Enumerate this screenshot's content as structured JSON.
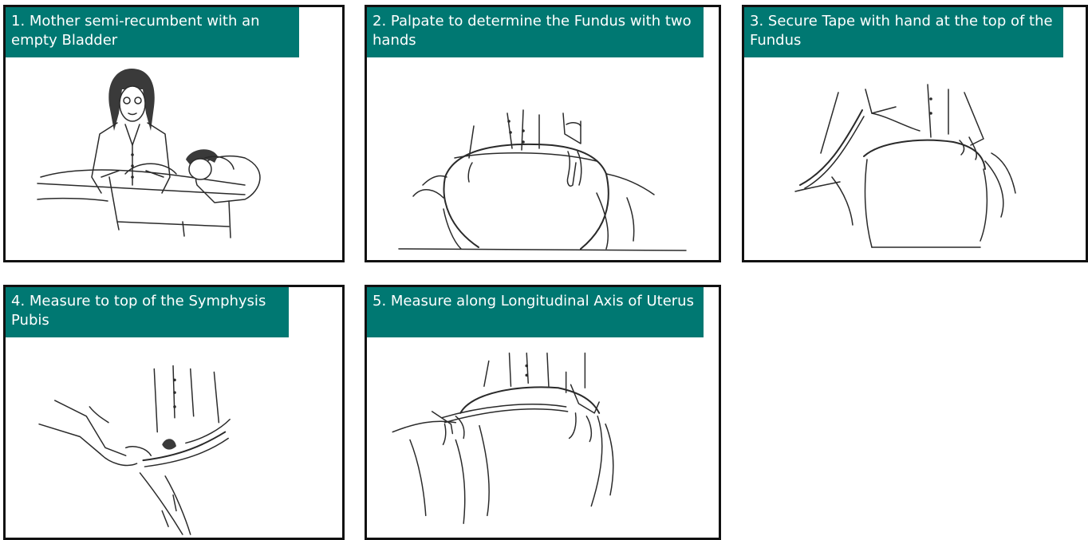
{
  "panels": [
    {
      "caption": "1. Mother semi-recumbent with an empty Bladder",
      "illustration": "mother-on-bed-with-midwife-icon"
    },
    {
      "caption": "2. Palpate to determine the Fundus with two hands",
      "illustration": "palpating-fundus-icon"
    },
    {
      "caption": "3. Secure Tape with hand at the top of the Fundus",
      "illustration": "securing-tape-icon"
    },
    {
      "caption": "4. Measure to top of the Symphysis Pubis",
      "illustration": "measuring-symphysis-icon"
    },
    {
      "caption": "5. Measure along Longitudinal Axis of Uterus",
      "illustration": "measuring-longitudinal-axis-icon"
    }
  ],
  "colors": {
    "header": "#007872",
    "border": "#111111",
    "caption_text": "#ffffff"
  }
}
